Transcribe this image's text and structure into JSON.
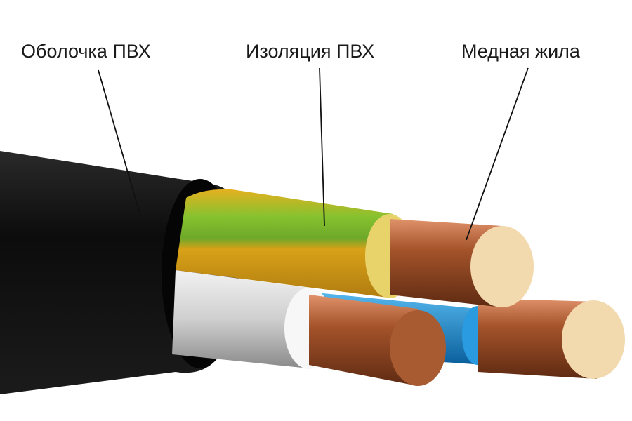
{
  "labels": {
    "sheath": "Оболочка ПВХ",
    "insulation": "Изоляция ПВХ",
    "conductor": "Медная жила"
  },
  "colors": {
    "sheath": "#111111",
    "insulation_yellow_green": "#7fbf2a",
    "insulation_yellow": "#e2a61a",
    "insulation_white": "#d9d9d9",
    "insulation_blue": "#1e8fd6",
    "copper": "#a0522d",
    "copper_face": "#f3d9ae"
  }
}
